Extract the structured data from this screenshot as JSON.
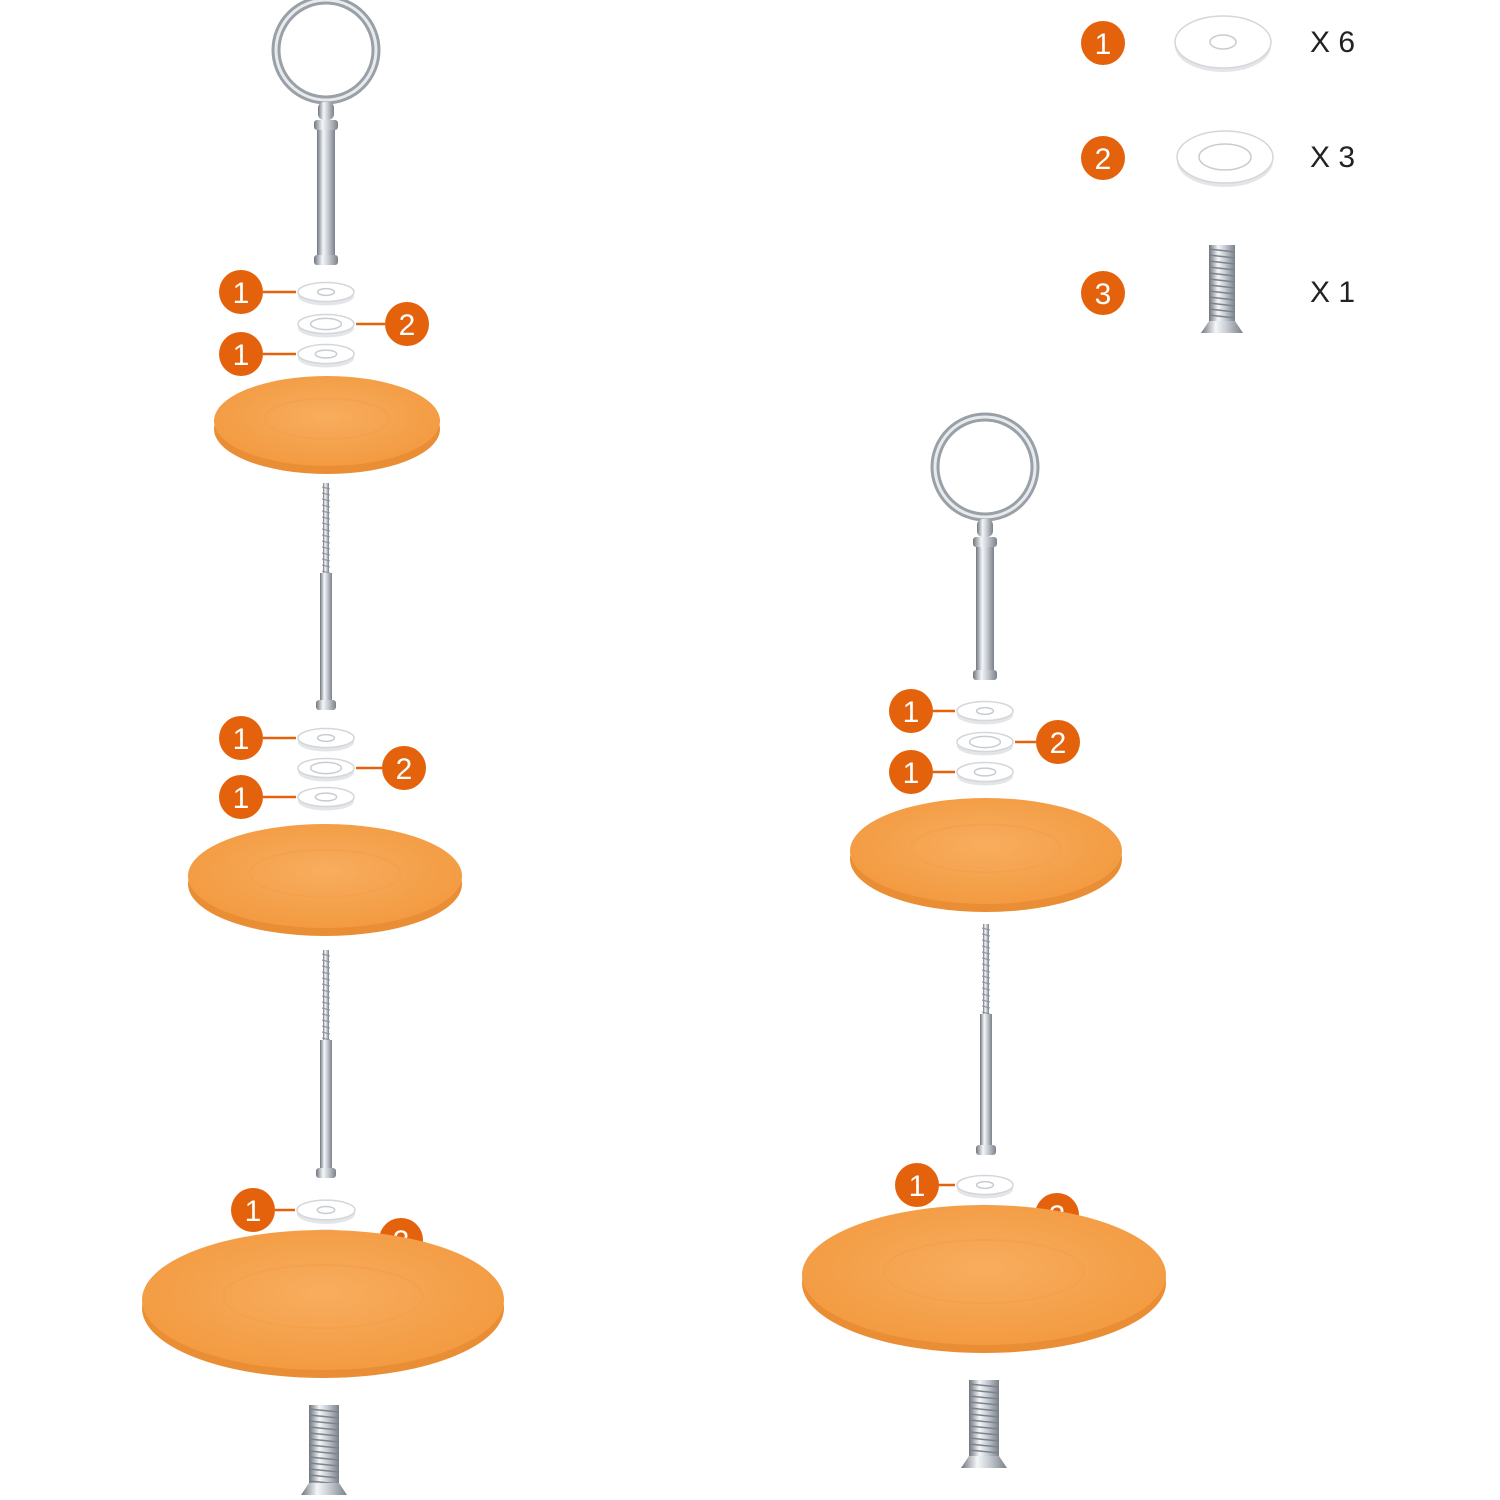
{
  "colors": {
    "badge": "#e4620c",
    "plate": "#f6a552",
    "plate_rim": "#f19c45",
    "metal": "#b9bec6",
    "washer": "#ffffff"
  },
  "legend": [
    {
      "badge": "1",
      "icon": "flat-washer-icon",
      "quantity": "X 6"
    },
    {
      "badge": "2",
      "icon": "ring-washer-icon",
      "quantity": "X 3"
    },
    {
      "badge": "3",
      "icon": "screw-icon",
      "quantity": "X 1"
    }
  ],
  "stack_labels": {
    "washer_1": "1",
    "washer_2": "2"
  }
}
